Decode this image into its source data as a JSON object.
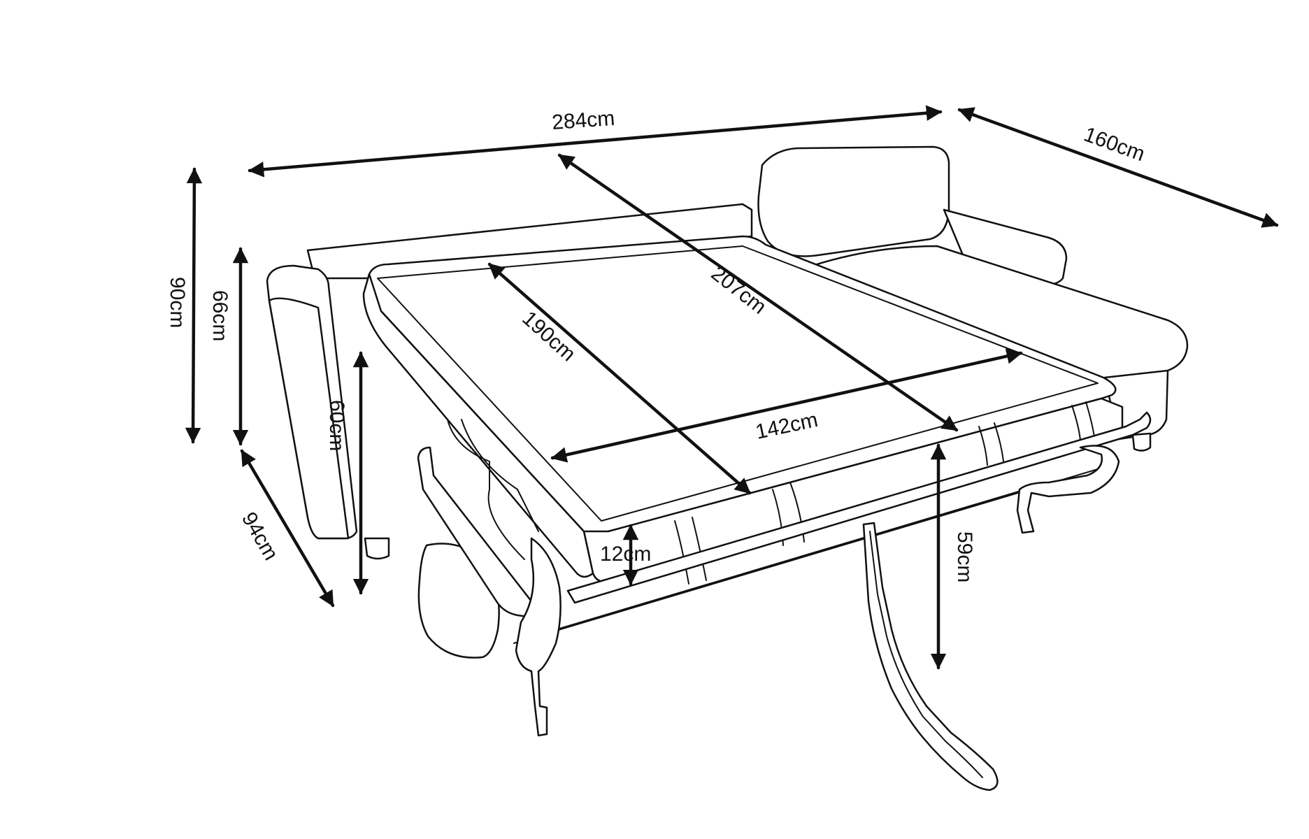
{
  "diagram": {
    "subject": "corner sofa bed, unfolded",
    "line_color": "#111111",
    "background": "#ffffff",
    "dimensions": {
      "total_width": "284cm",
      "depth": "160cm",
      "overall_height": "90cm",
      "back_height": "66cm",
      "armrest_height": "60cm",
      "seat_depth": "94cm",
      "bed_length": "190cm",
      "bed_diagonal": "207cm",
      "bed_width": "142cm",
      "mattress_thickness": "12cm",
      "bed_height": "59cm"
    }
  }
}
